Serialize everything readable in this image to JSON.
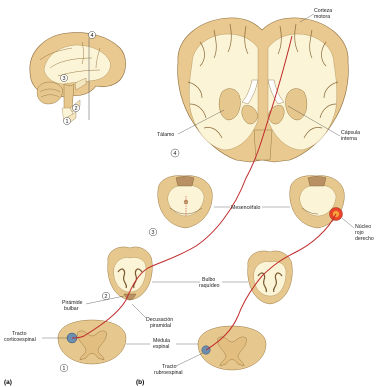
{
  "panels": {
    "a": "(a)",
    "b": "(b)"
  },
  "labels": {
    "corteza": "Corteza",
    "motora": "motora",
    "talamo": "Tálamo",
    "capsula": "Cápsula",
    "interna": "interna",
    "mesencefalo": "Mesencéfalo",
    "nucleo": "Núcleo",
    "rojo": "rojo",
    "derecho": "derecho",
    "bulbo": "Bulbo",
    "raquideo": "raquídeo",
    "piramide": "Pirámide",
    "bulbar": "bulbar",
    "decusacion": "Decusación",
    "piramidal": "piramidal",
    "tracto_cs_1": "Tracto",
    "tracto_cs_2": "corticoespinal",
    "medula": "Médula",
    "espinal": "espinal",
    "tracto_rs_1": "Tracto",
    "tracto_rs_2": "rubroespinal"
  },
  "level_numbers": [
    "1",
    "2",
    "3",
    "4"
  ],
  "colors": {
    "tract": "#c0292b",
    "red_nucleus": "#e8452a",
    "cortex": "#e9c98f",
    "white_matter": "#fbf4d6"
  }
}
